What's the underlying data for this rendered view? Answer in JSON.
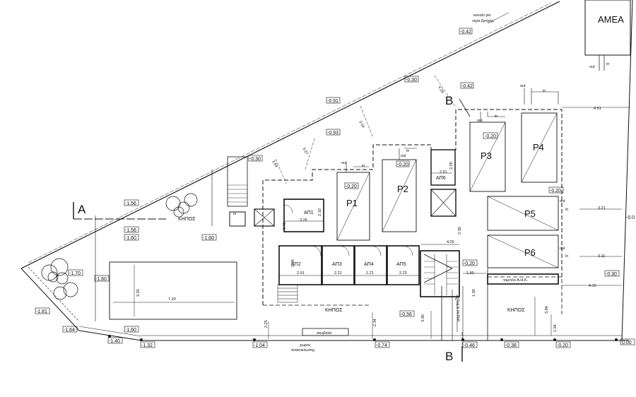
{
  "labels": {
    "amea": "ΑΜΕΑ",
    "drain_line1": "καναλι για",
    "drain_line2": "νερα βροχης",
    "garden_west": "ΚΗΠΟΣ",
    "garden_south": "ΚΗΠΟΣ",
    "garden_east": "ΚΗΠΟΣ",
    "ahk": "ταμπλο Α.Η.Κ.",
    "ramp": "ραμπα 6.5%",
    "bins": "σκυβαλα",
    "recycle_line1": "χωρος",
    "recycle_line2": "ανακυκλωσης",
    "out": "out",
    "in": "in"
  },
  "sections": {
    "a": "A",
    "b_top": "B",
    "b_bottom": "B"
  },
  "parking": [
    "P1",
    "P2",
    "P3",
    "P4",
    "P5",
    "P6"
  ],
  "storage": {
    "ap1": "ΑΠ1",
    "ap2": "ΑΠ2",
    "ap3": "ΑΠ3",
    "ap4": "ΑΠ4",
    "ap5": "ΑΠ5",
    "ap6": "ΑΠ6"
  },
  "levels": {
    "l_042_top": "-0.42",
    "l_030": "-0.30",
    "l_042_b": "-0.42",
    "l_091_a": "-0.91",
    "l_093": "-0.93",
    "l_030_b": "-0.30",
    "l_020_p2": "-0.20",
    "l_020_p1": "-0.20",
    "l_020_p3": "-0.20",
    "l_156_a": "-1.56",
    "l_156_b": "-1.56",
    "l_160_a": "-1.60",
    "l_160_b": "-1.60",
    "l_160_c": "-1.60",
    "l_170": "-1.70",
    "l_160_d": "-1.60",
    "l_181": "-1.81",
    "l_164": "-1.64",
    "l_140": "-1.40",
    "l_132": "-1.32",
    "l_104": "-1.04",
    "l_074": "-0.74",
    "l_056": "-0.56",
    "l_046": "-0.46",
    "l_038": "-0.38",
    "l_020_b": "-0.20",
    "l_000": "0.00",
    "l_020_r": "-0.20",
    "l_030_r": "-0.30",
    "l_020_s": "-0.20",
    "l_00_edge": "-0.0"
  },
  "dims": {
    "d_426": "4.26",
    "d_344": "3.44",
    "d_307": "3.07",
    "d_364": "3.64",
    "d_461": "4.61",
    "d_321": "3.21",
    "d_311": "3.11",
    "d_412": "4.12",
    "d_261": "2.61",
    "d_226": "2.26",
    "d_210": "2.10",
    "d_326": "3.26",
    "d_245": "2.45",
    "d_256": "2.56",
    "d_291": "2.91",
    "d_221_a": "2.21",
    "d_221_b": "2.21",
    "d_223": "2.23",
    "d_420": "4.20",
    "d_230": "2.30",
    "d_150": "1.50",
    "d_130": "1.30",
    "d_384": "3.84",
    "d_154": "1.54",
    "d_720": "7.20",
    "d_320": "3.20",
    "d_225": "2.25",
    "d_234": "2.34",
    "d_330": "3.30"
  }
}
